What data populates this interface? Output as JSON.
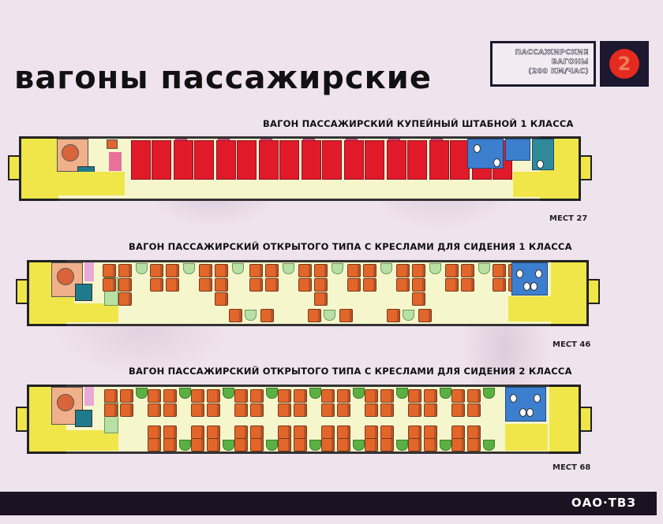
{
  "page": {
    "title": "вагоны пассажирские",
    "badge": {
      "lines": [
        "ПАССАЖИРСКИЕ",
        "ВАГОНЫ",
        "(200 КМ/ЧАС)"
      ],
      "number": "2",
      "number_color": "#e52a20"
    },
    "footer": "ОАО·ТВЗ"
  },
  "cars": [
    {
      "title": "ВАГОН  ПАССАЖИРСКИЙ  КУПЕЙНЫЙ ШТАБНОЙ 1 КЛАССА",
      "seats_label": "МЕСТ  27",
      "seats": 27,
      "layout": "compartment",
      "seat_color": "#e11a2a",
      "compartments": 9
    },
    {
      "title": "ВАГОН  ПАССАЖИРСКИЙ  ОТКРЫТОГО ТИПА С КРЕСЛАМИ ДЛЯ СИДЕНИЯ 1 КЛАССА",
      "seats_label": "МЕСТ  46",
      "seats": 46,
      "layout": "open-2+1",
      "seat_color": "#e2662a"
    },
    {
      "title": "ВАГОН  ПАССАЖИРСКИЙ  ОТКРЫТОГО ТИПА С КРЕСЛАМИ ДЛЯ СИДЕНИЯ 2 КЛАССА",
      "seats_label": "МЕСТ  68",
      "seats": 68,
      "layout": "open-2+2",
      "seat_color": "#e2662a"
    }
  ],
  "colors": {
    "vestibule": "#f0e64a",
    "floor": "#f6f6cc",
    "wc": "#3d7fcf",
    "service_room": "#f0b08a",
    "table_light": "#b9e0a4",
    "table_dark": "#5bb043"
  }
}
